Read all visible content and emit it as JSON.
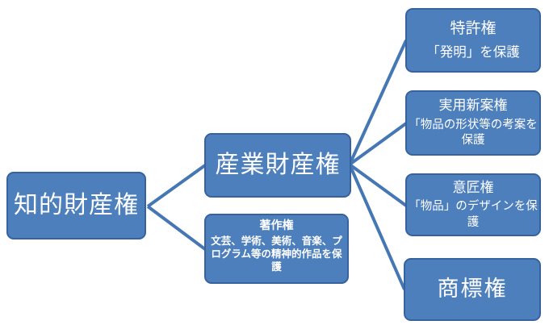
{
  "colors": {
    "box_fill": "#4C7FBC",
    "box_border": "#36629E",
    "connector": "#4577B5",
    "node_text": "#FFFFFF",
    "canvas_bg": "#FFFFFF"
  },
  "nodes": {
    "root": {
      "label": "知的財産権"
    },
    "industrial": {
      "label": "産業財産権"
    },
    "copyright": {
      "title": "著作権",
      "body": "文芸、学術、美術、音楽、プログラム等の精神的作品を保護"
    },
    "patent": {
      "title": "特許権",
      "body": "「発明」を保護"
    },
    "utility_model": {
      "title": "実用新案権",
      "body": "「物品の形状等の考案を保護"
    },
    "design": {
      "title": "意匠権",
      "body": "「物品」のデザインを保護"
    },
    "trademark": {
      "label": "商標権"
    }
  }
}
